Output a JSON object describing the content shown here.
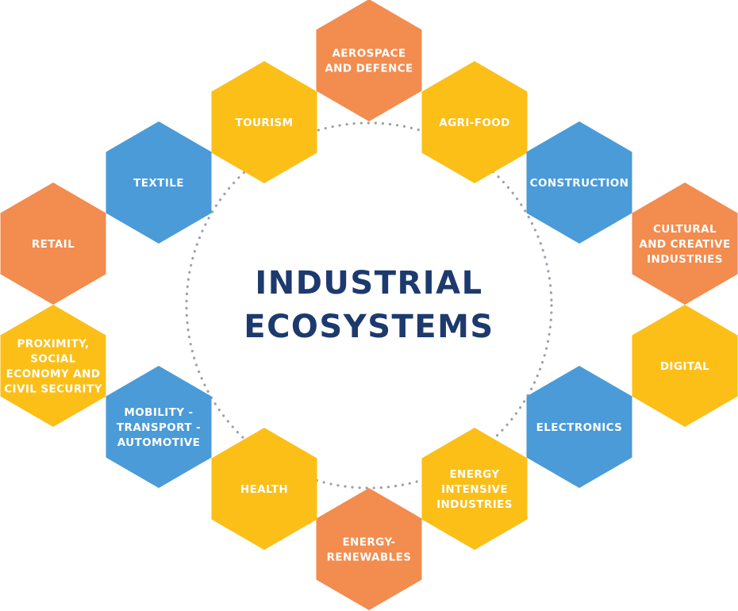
{
  "title": [
    "INDUSTRIAL",
    "ECOSYSTEMS"
  ],
  "colors": {
    "orange": "#f28c4f",
    "yellow": "#fbbf18",
    "blue": "#4a9bd7",
    "title": "#1c3a6e",
    "dots": "#9aa1ab"
  },
  "ecosystems": [
    {
      "lines": [
        "AEROSPACE",
        "AND DEFENCE"
      ],
      "color": "orange"
    },
    {
      "lines": [
        "AGRI-FOOD"
      ],
      "color": "yellow"
    },
    {
      "lines": [
        "CONSTRUCTION"
      ],
      "color": "blue"
    },
    {
      "lines": [
        "CULTURAL",
        "AND CREATIVE",
        "INDUSTRIES"
      ],
      "color": "orange"
    },
    {
      "lines": [
        "DIGITAL"
      ],
      "color": "yellow"
    },
    {
      "lines": [
        "ELECTRONICS"
      ],
      "color": "blue"
    },
    {
      "lines": [
        "ENERGY",
        "INTENSIVE",
        "INDUSTRIES"
      ],
      "color": "yellow"
    },
    {
      "lines": [
        "ENERGY-",
        "RENEWABLES"
      ],
      "color": "orange"
    },
    {
      "lines": [
        "HEALTH"
      ],
      "color": "yellow"
    },
    {
      "lines": [
        "MOBILITY -",
        "TRANSPORT -",
        "AUTOMOTIVE"
      ],
      "color": "blue"
    },
    {
      "lines": [
        "PROXIMITY,",
        "SOCIAL",
        "ECONOMY AND",
        "CIVIL SECURITY"
      ],
      "color": "yellow"
    },
    {
      "lines": [
        "RETAIL"
      ],
      "color": "orange"
    },
    {
      "lines": [
        "TEXTILE"
      ],
      "color": "blue"
    },
    {
      "lines": [
        "TOURISM"
      ],
      "color": "yellow"
    }
  ]
}
